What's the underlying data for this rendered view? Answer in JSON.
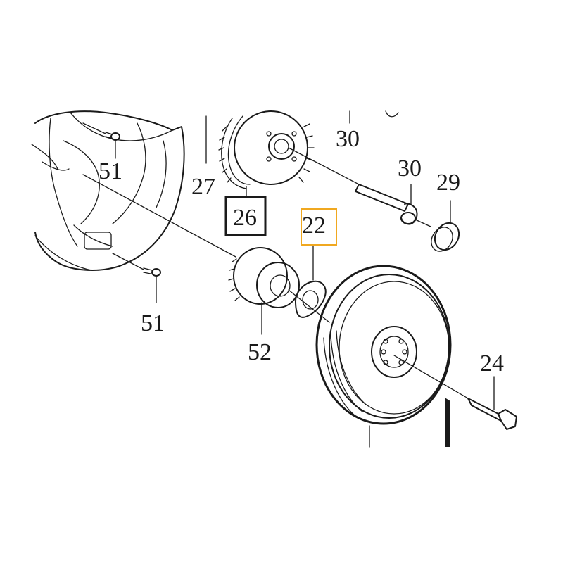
{
  "diagram": {
    "callouts": [
      {
        "id": "c51a",
        "label": "51"
      },
      {
        "id": "c51b",
        "label": "51"
      },
      {
        "id": "c27",
        "label": "27"
      },
      {
        "id": "c26",
        "label": "26"
      },
      {
        "id": "c22",
        "label": "22"
      },
      {
        "id": "c30a",
        "label": "30"
      },
      {
        "id": "c30b",
        "label": "30"
      },
      {
        "id": "c29",
        "label": "29"
      },
      {
        "id": "c52",
        "label": "52"
      },
      {
        "id": "c24",
        "label": "24"
      }
    ],
    "highlight_colors": {
      "selected": "#f0a820",
      "boxed": "#1a1a1a"
    }
  }
}
